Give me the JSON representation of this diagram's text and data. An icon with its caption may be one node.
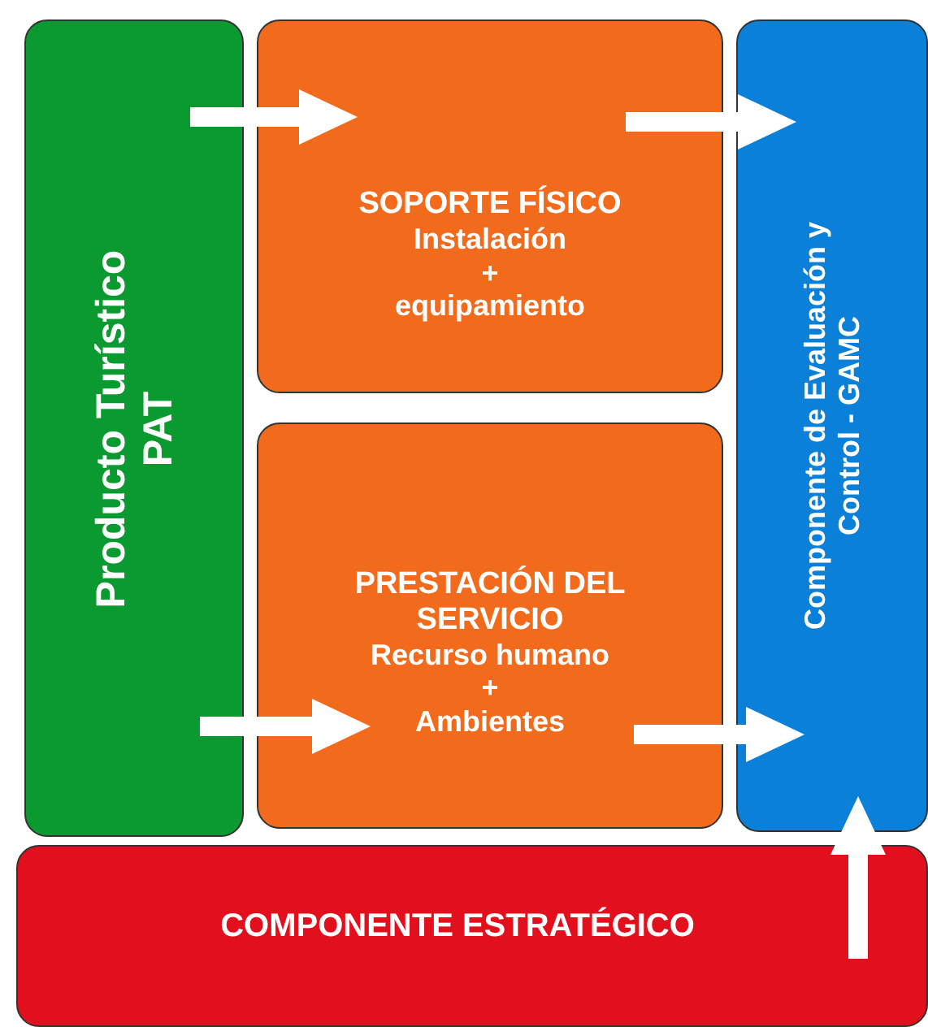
{
  "diagram": {
    "nodes": [
      {
        "text": [
          "Producto Turístico",
          "PAT"
        ]
      },
      {
        "text": [
          "SOPORTE FÍSICO",
          "Instalación",
          "+",
          "equipamiento"
        ]
      },
      {
        "text": [
          "PRESTACIÓN DEL SERVICIO",
          "Recurso humano",
          "+",
          "Ambientes"
        ]
      },
      {
        "text": [
          "Componente de Evaluación y Control - GAMC"
        ]
      },
      {
        "text": [
          "COMPONENTE ESTRATÉGICO"
        ]
      }
    ],
    "edges": [
      {
        "from": 0,
        "to": 1,
        "arrow": "to"
      },
      {
        "from": 1,
        "to": 3,
        "arrow": "to"
      },
      {
        "from": 0,
        "to": 2,
        "arrow": "to"
      },
      {
        "from": 2,
        "to": 3,
        "arrow": "to"
      },
      {
        "from": 4,
        "to": 3,
        "arrow": "to"
      }
    ]
  }
}
